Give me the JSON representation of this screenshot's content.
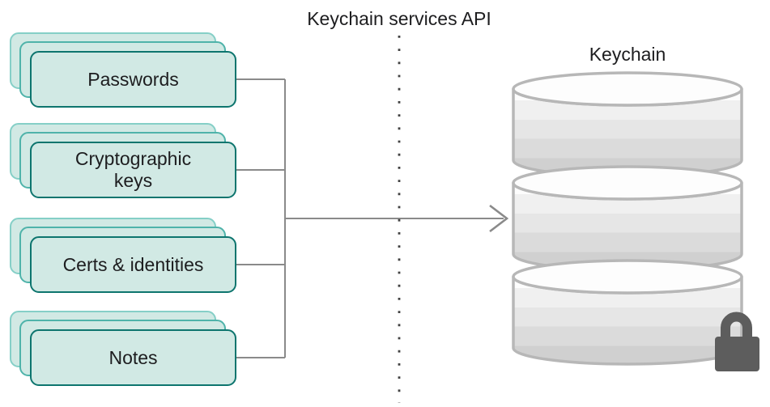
{
  "title": "Keychain services API",
  "database_label": "Keychain",
  "cards": [
    {
      "label": "Passwords"
    },
    {
      "label": "Cryptographic keys"
    },
    {
      "label": "Certs & identities"
    },
    {
      "label": "Notes"
    }
  ],
  "icons": {
    "lock-icon": "padlock",
    "database-icon": "three stacked cylinder disks",
    "arrow-icon": "right-pointing open chevron arrow",
    "api-boundary-line": "vertical dotted line"
  },
  "colors": {
    "card-fill": "#d1e9e4",
    "card-border-front": "#0d756e",
    "card-border-mid": "#4fb3aa",
    "card-border-back": "#85cfc7",
    "connector-gray": "#8a8a8a",
    "dot-gray": "#414141",
    "text-dark": "#1d1d1f",
    "cyl-stroke": "#b7b7b7",
    "lock-gray": "#5d5d5d",
    "band-1": "#fdfdfd",
    "band-2": "#f0f0f0",
    "band-3": "#e6e6e6",
    "band-4": "#dbdbdb",
    "band-5": "#d0d0d0"
  }
}
